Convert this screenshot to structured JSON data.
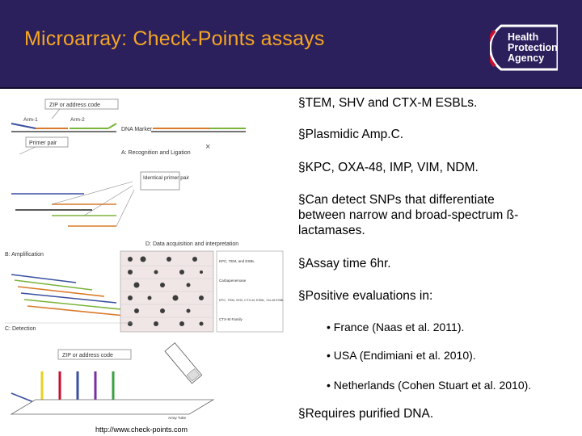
{
  "header": {
    "title": "Microarray: Check-Points assays",
    "logo_lines": [
      "Health",
      "Protection",
      "Agency"
    ]
  },
  "diagram": {
    "zip_label_top": "ZIP or address code",
    "arm1_label": "Arm-1",
    "arm2_label": "Arm-2",
    "dna_marker_label": "DNA Marker",
    "primer_pair_label": "Primer pair",
    "step_a_label": "A: Recognition and Ligation",
    "identical_primer_label": "Identical primer pair",
    "step_b_label": "B: Amplification",
    "step_c_label": "C: Detection",
    "step_d_label": "D: Data acquisition and interpretation",
    "zip_label_bottom": "ZIP or address code",
    "array_tube_label": "Array Tube",
    "result_rows": [
      "KPC, TEM, and ESBL",
      "Carbapenemase",
      "KPC, TEM, SHV, CTX-M, ESBL, Ctx-M ESBL",
      "CTX-M Family"
    ]
  },
  "bullets": [
    "§TEM, SHV and CTX-M ESBLs.",
    "§Plasmidic Amp.C.",
    "§KPC, OXA-48, IMP, VIM, NDM.",
    "§Can detect SNPs that differentiate",
    "between narrow and broad-spectrum ß-",
    "lactamases.",
    "§Assay time 6hr.",
    "§Positive evaluations in:",
    "§Requires purified DNA."
  ],
  "subbullets": [
    "• France (Naas et al. 2011).",
    "• USA (Endimiani et al. 2010).",
    "• Netherlands (Cohen Stuart et al. 2010)."
  ],
  "footer": {
    "url": "http://www.check-points.com"
  },
  "colors": {
    "header_bg": "#2b1f5c",
    "title": "#f5a623",
    "logo_red": "#c8102e"
  }
}
